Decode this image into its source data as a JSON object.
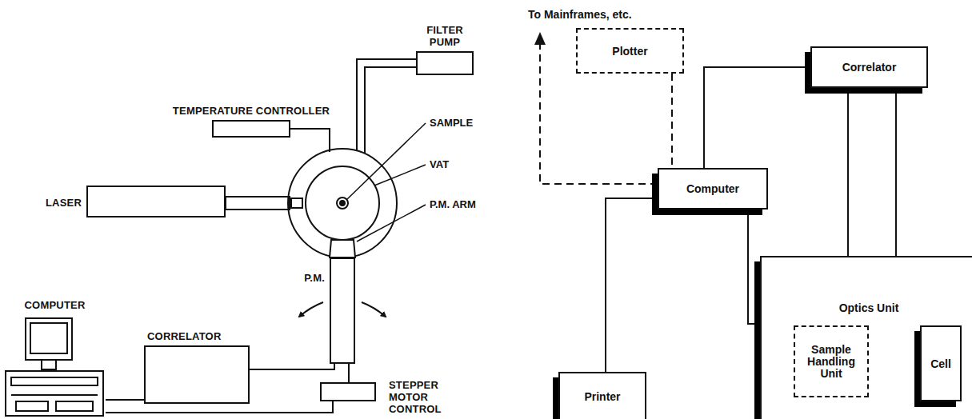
{
  "diagram": {
    "nodes": [
      {
        "text": [
          "TEMPERATURE CONTROLLER"
        ]
      },
      {
        "text": [
          "FILTER PUMP"
        ]
      },
      {
        "text": [
          "LASER"
        ]
      },
      {
        "text": [
          "P.M."
        ]
      },
      {
        "text": [
          "COMPUTER"
        ]
      },
      {
        "text": [
          "CORRELATOR"
        ]
      },
      {
        "text": [
          "STEPPER MOTOR CONTROL"
        ]
      },
      {
        "text": [
          "Plotter"
        ]
      },
      {
        "text": [
          "Correlator"
        ]
      },
      {
        "text": [
          "Computer"
        ]
      },
      {
        "text": [
          "Optics Unit"
        ]
      },
      {
        "text": [
          "Sample Handling Unit"
        ],
        "in": 10
      },
      {
        "text": [
          "Cell"
        ],
        "in": 10
      },
      {
        "text": [
          "Printer"
        ]
      }
    ],
    "edges": [
      {
        "from": 4,
        "to": 5,
        "arrow": "none"
      },
      {
        "from": 5,
        "to": 3,
        "arrow": "none"
      },
      {
        "from": 6,
        "to": 3,
        "arrow": "none"
      },
      {
        "from": 4,
        "to": 6,
        "arrow": "none"
      },
      {
        "from": 7,
        "to": 9,
        "arrow": "none"
      },
      {
        "from": 9,
        "to": 8,
        "arrow": "none"
      },
      {
        "from": 8,
        "to": 10,
        "arrow": "none"
      },
      {
        "from": 8,
        "to": 10,
        "arrow": "none"
      },
      {
        "from": 9,
        "to": 10,
        "arrow": "none"
      },
      {
        "from": 9,
        "to": 13,
        "arrow": "none"
      }
    ],
    "labels": [
      "SAMPLE",
      "VAT",
      "P.M. ARM",
      "To Mainframes, etc."
    ]
  }
}
